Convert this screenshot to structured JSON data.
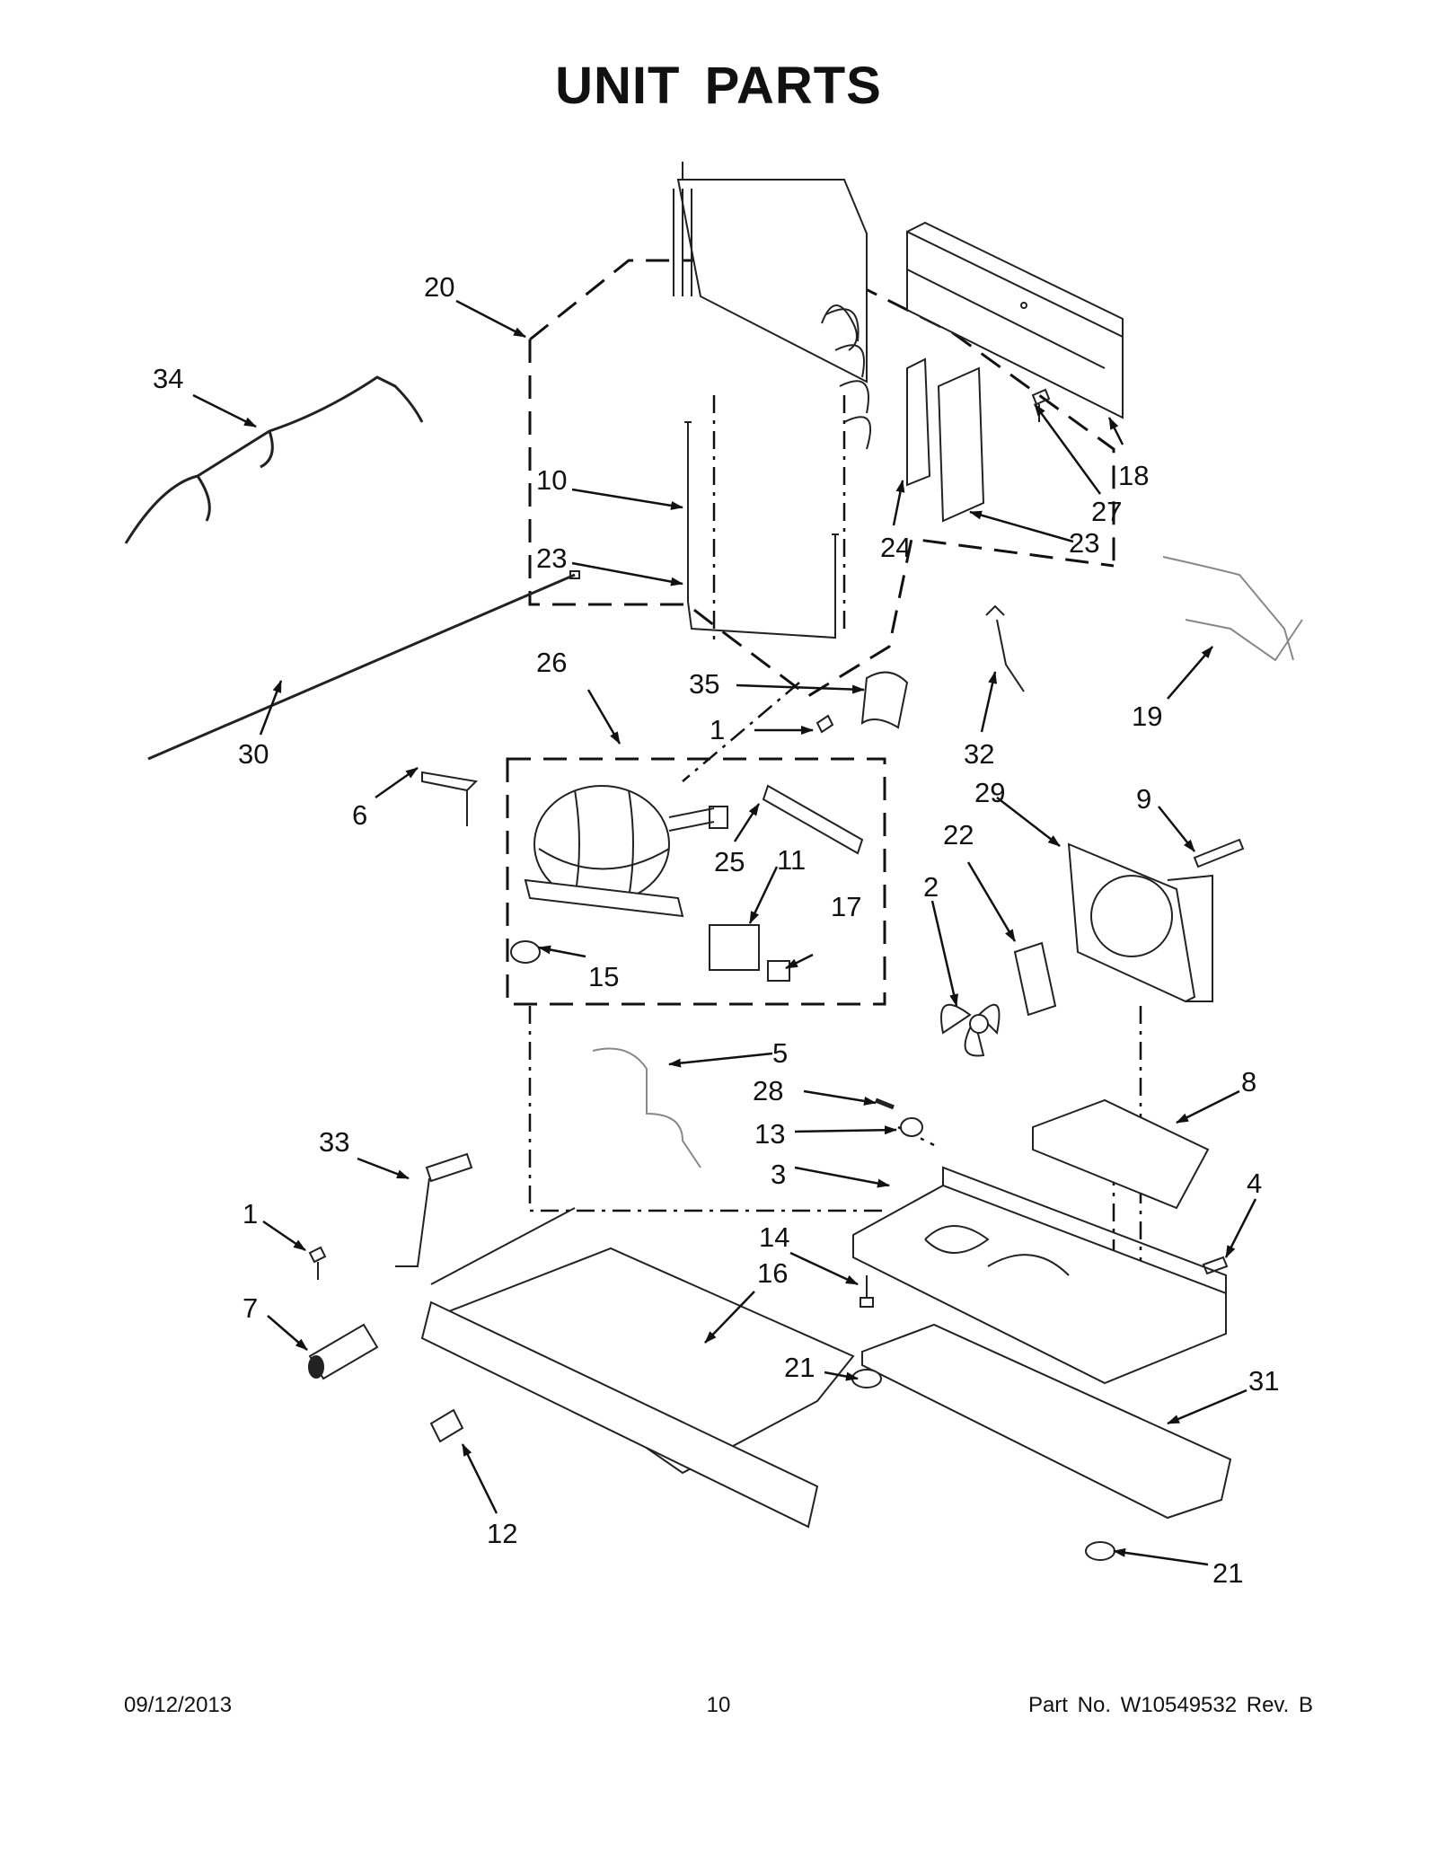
{
  "title": "UNIT PARTS",
  "footer": {
    "date": "09/12/2013",
    "page": "10",
    "part_number": "Part No.  W10549532  Rev.  B"
  },
  "callouts": [
    "20",
    "34",
    "10",
    "23",
    "24",
    "23",
    "27",
    "18",
    "30",
    "26",
    "35",
    "1",
    "32",
    "19",
    "6",
    "25",
    "11",
    "17",
    "15",
    "29",
    "9",
    "22",
    "2",
    "5",
    "28",
    "13",
    "3",
    "8",
    "33",
    "4",
    "1",
    "14",
    "16",
    "7",
    "21",
    "31",
    "12",
    "21"
  ]
}
